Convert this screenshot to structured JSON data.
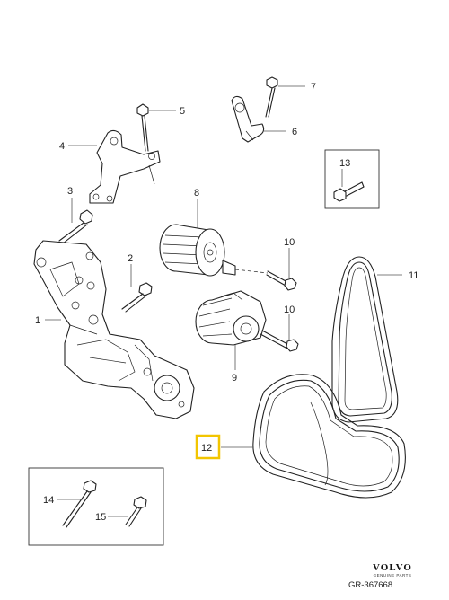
{
  "callouts": {
    "c1": "1",
    "c2": "2",
    "c3": "3",
    "c4": "4",
    "c5": "5",
    "c6": "6",
    "c7": "7",
    "c8": "8",
    "c9": "9",
    "c10a": "10",
    "c10b": "10",
    "c11": "11",
    "c12": "12",
    "c13": "13",
    "c14": "14",
    "c15": "15"
  },
  "highlight_color": "#f2c500",
  "brand": {
    "name": "VOLVO",
    "sub": "GENUINE PARTS"
  },
  "diagram_code": "GR-367668"
}
